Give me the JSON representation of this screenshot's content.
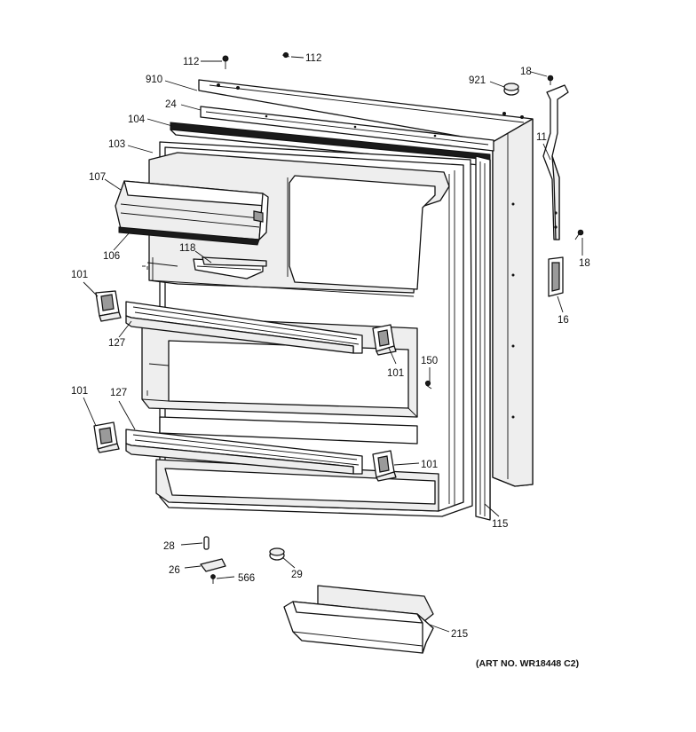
{
  "callouts": [
    {
      "id": "c-112a",
      "text": "112"
    },
    {
      "id": "c-112b",
      "text": "112"
    },
    {
      "id": "c-910",
      "text": "910"
    },
    {
      "id": "c-24",
      "text": "24"
    },
    {
      "id": "c-104",
      "text": "104"
    },
    {
      "id": "c-103",
      "text": "103"
    },
    {
      "id": "c-107",
      "text": "107"
    },
    {
      "id": "c-106",
      "text": "106"
    },
    {
      "id": "c-118",
      "text": "118"
    },
    {
      "id": "c-921",
      "text": "921"
    },
    {
      "id": "c-18a",
      "text": "18"
    },
    {
      "id": "c-11",
      "text": "11"
    },
    {
      "id": "c-18b",
      "text": "18"
    },
    {
      "id": "c-16",
      "text": "16"
    },
    {
      "id": "c-101a",
      "text": "101"
    },
    {
      "id": "c-127a",
      "text": "127"
    },
    {
      "id": "c-101b",
      "text": "101"
    },
    {
      "id": "c-150",
      "text": "150"
    },
    {
      "id": "c-101c",
      "text": "101"
    },
    {
      "id": "c-127b",
      "text": "127"
    },
    {
      "id": "c-101d",
      "text": "101"
    },
    {
      "id": "c-115",
      "text": "115"
    },
    {
      "id": "c-28",
      "text": "28"
    },
    {
      "id": "c-26",
      "text": "26"
    },
    {
      "id": "c-566",
      "text": "566"
    },
    {
      "id": "c-29",
      "text": "29"
    },
    {
      "id": "c-215",
      "text": "215"
    }
  ],
  "art_number": "(ART NO. WR18448 C2)"
}
